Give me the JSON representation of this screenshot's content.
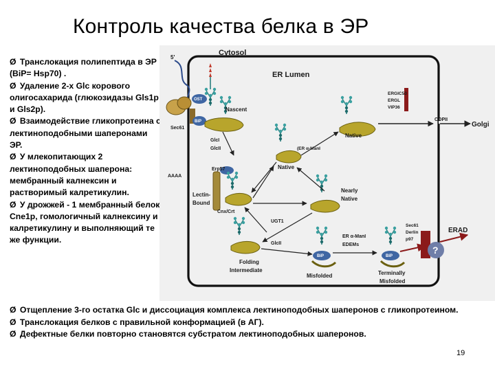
{
  "title": "Контроль качества белка в ЭР",
  "left_text": [
    "Транслокация полипептида в ЭР (BiP= Hsp70) .",
    "Удаление 2-х Glc корового олигосахарида (глюкозидазы Gls1p и Gls2p).",
    "Взаимодействие гликопротеина с лектиноподобными шаперонами ЭР.",
    "У млекопитающих 2 лектиноподобных шаперона: мембранный калнексин и растворимый калретикулин.",
    "У дрожжей - 1 мембранный белок, Cne1p, гомологичный калнексину и калретикулину и выполняющий те же функции."
  ],
  "bullet_symbol": "Ø",
  "bottom_text": [
    "Отщепление 3-го остатка Glc и диссоциация комплекса лектиноподобных шаперонов с гликопротеином.",
    "Транслокация белков с правильной конформацией (в АГ).",
    "Дефектные белки повторно становятся субстратом лектиноподобных шаперонов."
  ],
  "page_number": "19",
  "diagram": {
    "cytosol": "Cytosol",
    "er_lumen": "ER Lumen",
    "five_prime": "5'",
    "ost": "OST",
    "bip": "BiP",
    "sec61": "Sec61",
    "aaaa": "AAAA",
    "nascent": "Nascent",
    "glcI": "GlcI",
    "glcII": "GlcII",
    "er_alpha_mani": "(ER α-ManI",
    "native_1": "Native",
    "native_2": "Native",
    "ergic53": "ERGIC53",
    "ergl": "ERGL",
    "vip36": "VIP36",
    "copii": "COPII",
    "golgi": "Golgi",
    "erp57": "Erp57",
    "lectin": "Lectin-",
    "bound": "Bound",
    "cnx_crt": "Cnx/Crt",
    "nearly": "Nearly",
    "native_3": "Native",
    "ugt1": "UGT1",
    "glcII_2": "GlcII",
    "er_alpha_mani_2": "ER α-ManI",
    "edems": "EDEMs",
    "sec61_2": "Sec61",
    "derlin": "Derlin",
    "p97": "p97",
    "erad": "ERAD",
    "question": "?",
    "folding": "Folding",
    "intermediate": "Intermediate",
    "bip_2": "BiP",
    "bip_3": "BiP",
    "misfolded": "Misfolded",
    "terminally": "Terminally",
    "misfolded_2": "Misfolded"
  }
}
